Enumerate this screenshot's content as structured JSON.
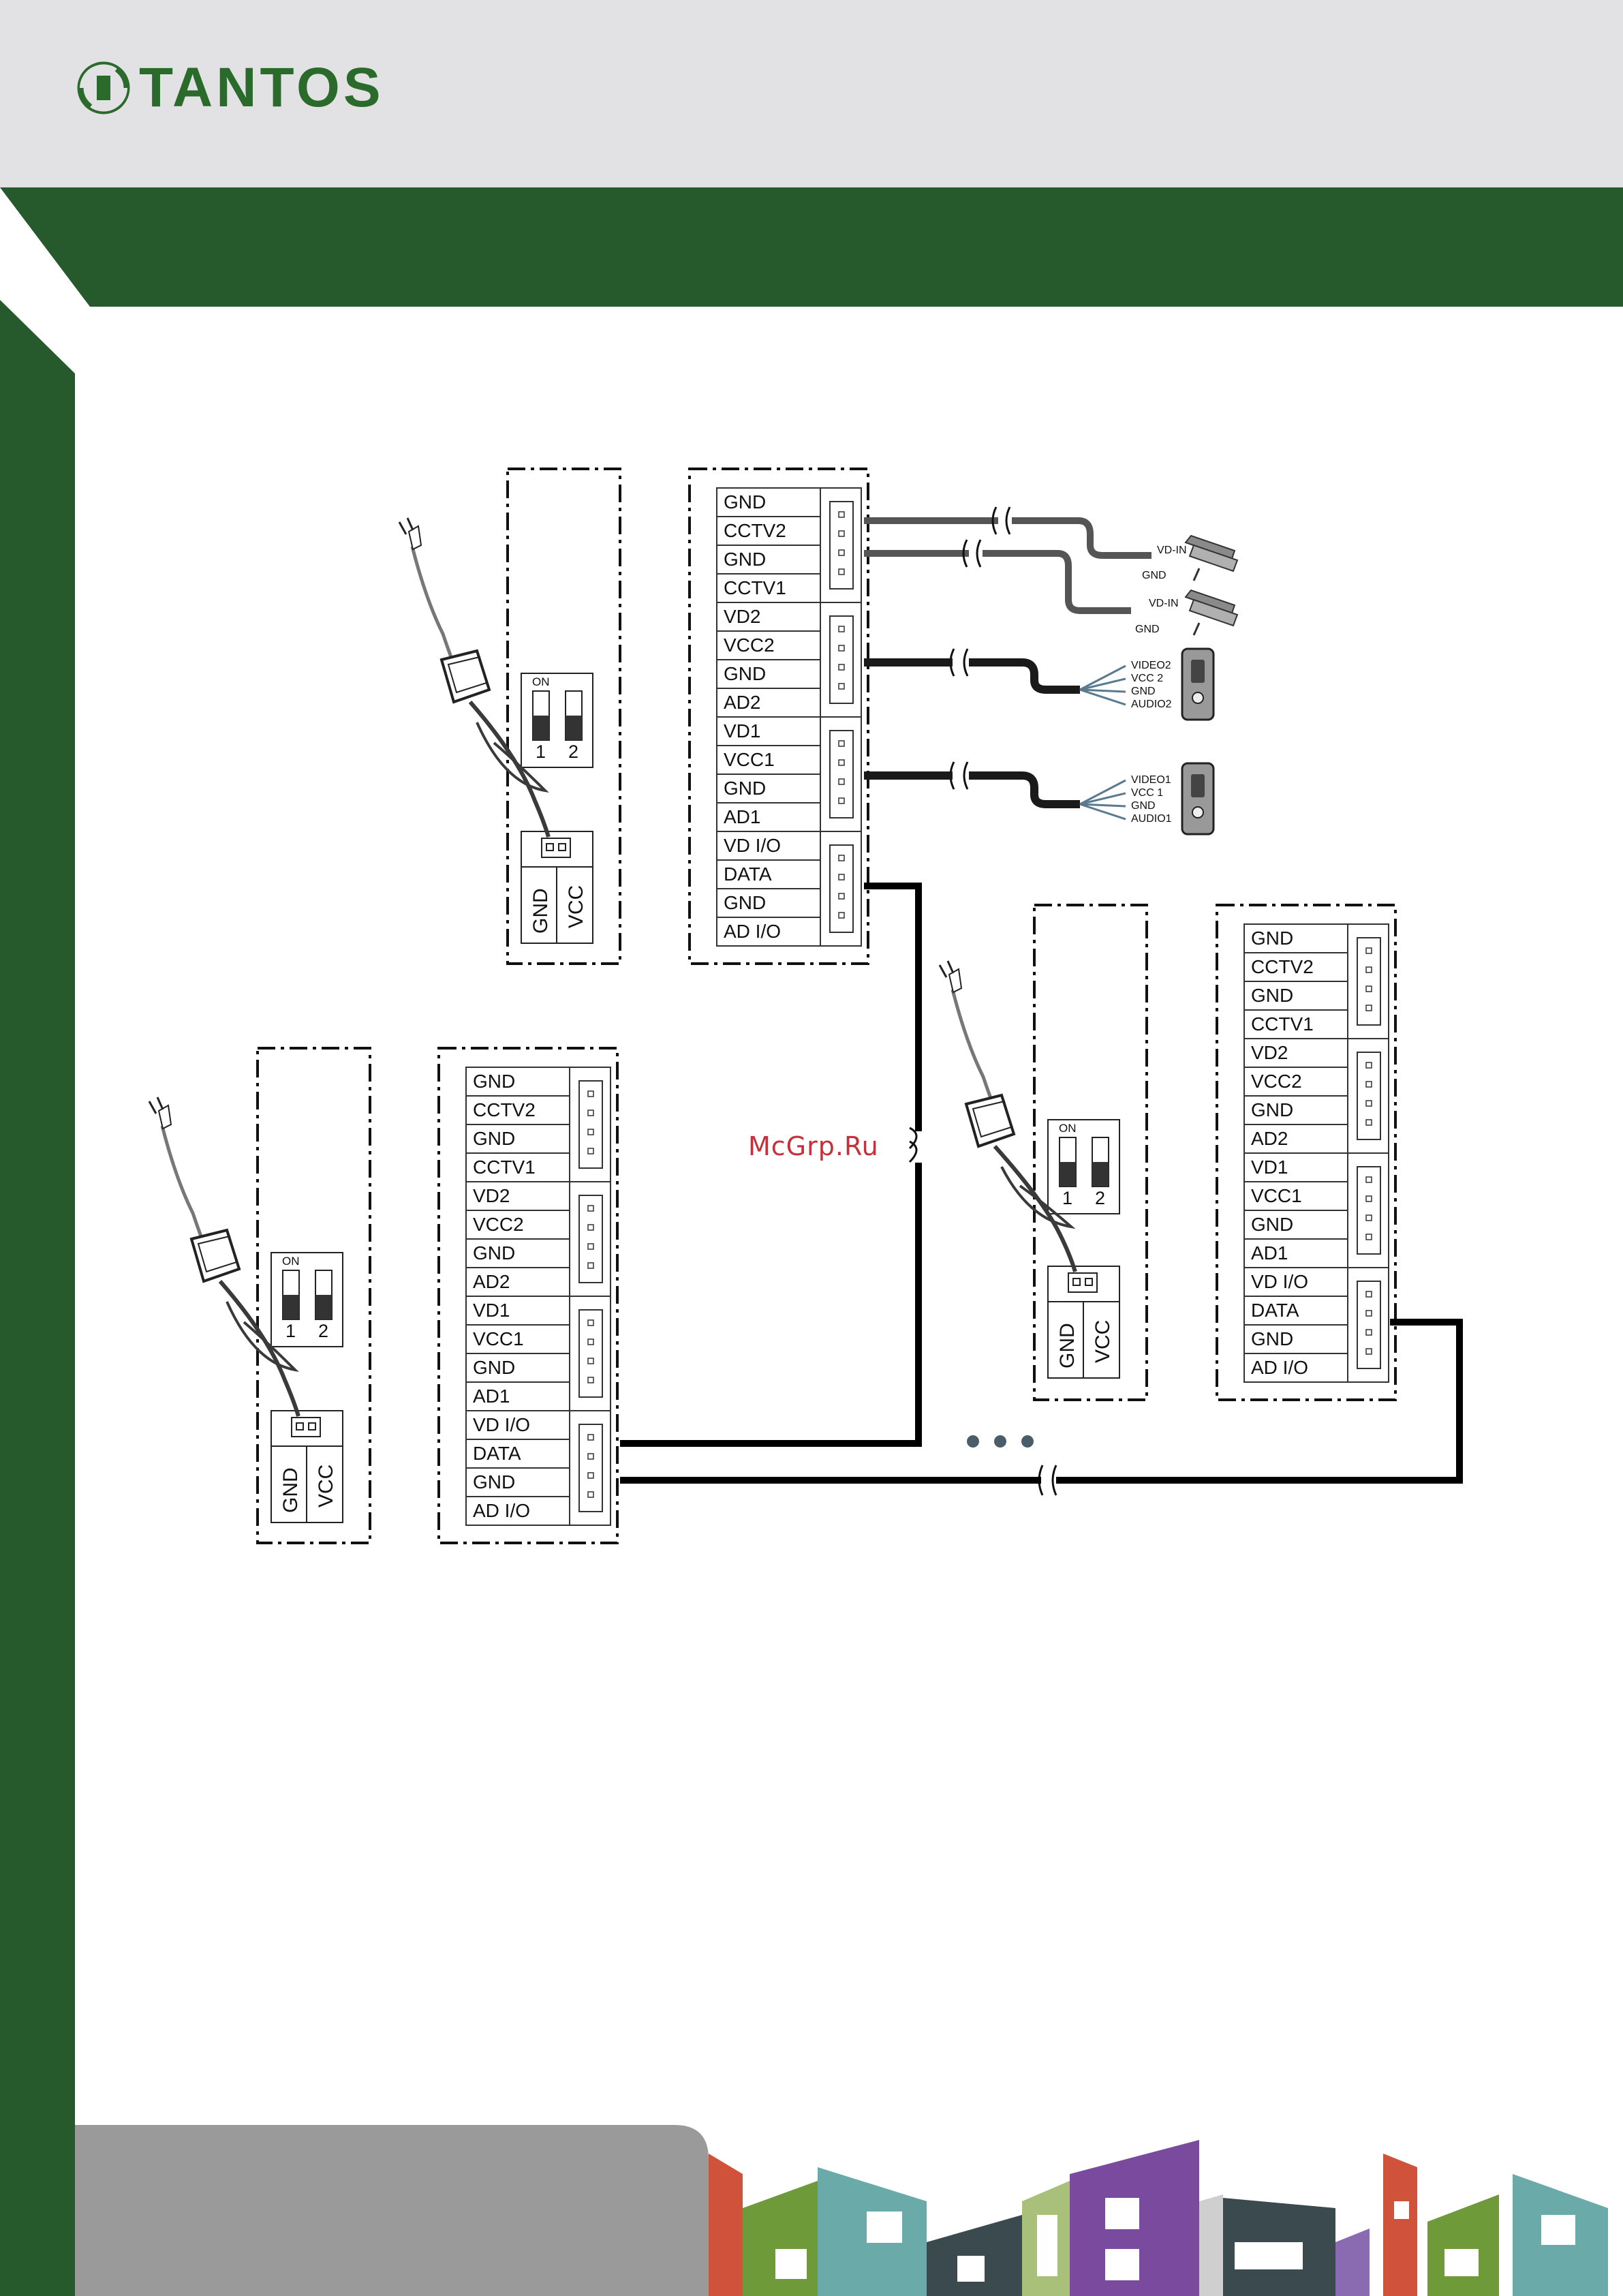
{
  "header": {
    "logo_text": "TANTOS"
  },
  "watermark": "McGrp.Ru",
  "terminal_blocks": {
    "monitor_a": [
      "GND",
      "CCTV2",
      "GND",
      "CCTV1",
      "VD2",
      "VCC2",
      "GND",
      "AD2",
      "VD1",
      "VCC1",
      "GND",
      "AD1",
      "VD I/O",
      "DATA",
      "GND",
      "AD I/O"
    ],
    "monitor_b": [
      "GND",
      "CCTV2",
      "GND",
      "CCTV1",
      "VD2",
      "VCC2",
      "GND",
      "AD2",
      "VD1",
      "VCC1",
      "GND",
      "AD1",
      "VD I/O",
      "DATA",
      "GND",
      "AD I/O"
    ],
    "monitor_c": [
      "GND",
      "CCTV2",
      "GND",
      "CCTV1",
      "VD2",
      "VCC2",
      "GND",
      "AD2",
      "VD1",
      "VCC1",
      "GND",
      "AD1",
      "VD I/O",
      "DATA",
      "GND",
      "AD I/O"
    ]
  },
  "power_module": {
    "dip_on": "ON",
    "dip_1": "1",
    "dip_2": "2",
    "gnd": "GND",
    "vcc": "VCC"
  },
  "devices": {
    "camera2": {
      "vd_in": "VD-IN",
      "gnd": "GND"
    },
    "camera1": {
      "vd_in": "VD-IN",
      "gnd": "GND"
    },
    "door2": [
      "VIDEO2",
      "VCC 2",
      "GND",
      "AUDIO2"
    ],
    "door1": [
      "VIDEO1",
      "VCC 1",
      "GND",
      "AUDIO1"
    ]
  },
  "colors": {
    "green_dark": "#265a2c",
    "green_logo": "#2a6a2a",
    "header_gray": "#e2e2e4",
    "watermark": "#c6303a"
  }
}
